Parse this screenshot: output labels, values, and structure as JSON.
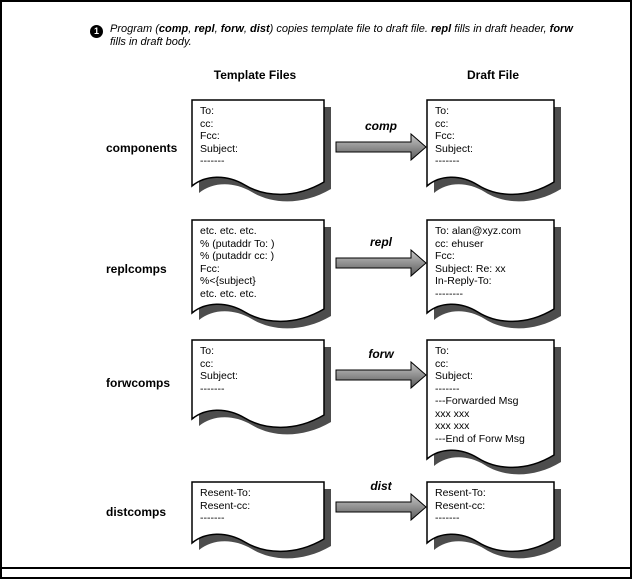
{
  "note": {
    "bullet": "1",
    "parts": [
      "Program (",
      "comp",
      ", ",
      "repl",
      ", ",
      "forw",
      ", ",
      "dist",
      ") copies template file to draft file. ",
      "repl",
      " fills in draft header, ",
      "forw",
      " fills in draft body."
    ]
  },
  "headers": {
    "template_files": "Template Files",
    "draft_file": "Draft File"
  },
  "rows": [
    {
      "label": "components",
      "program": "comp",
      "template_lines": [
        "To:",
        "cc:",
        "Fcc:",
        "Subject:",
        "-------"
      ],
      "draft_lines": [
        "To:",
        "cc:",
        "Fcc:",
        "Subject:",
        "-------"
      ]
    },
    {
      "label": "replcomps",
      "program": "repl",
      "template_lines": [
        "etc. etc. etc.",
        "% (putaddr To: )",
        "% (putaddr cc: )",
        "Fcc:",
        "%<{subject}",
        "etc. etc. etc."
      ],
      "draft_lines": [
        "To: alan@xyz.com",
        "cc: ehuser",
        "Fcc:",
        "Subject: Re: xx",
        "In-Reply-To:",
        "--------"
      ]
    },
    {
      "label": "forwcomps",
      "program": "forw",
      "template_lines": [
        "To:",
        "cc:",
        "Subject:",
        "-------"
      ],
      "draft_lines": [
        "To:",
        "cc:",
        "Subject:",
        "-------",
        "---Forwarded Msg",
        "xxx xxx",
        "xxx xxx",
        "---End of Forw Msg"
      ]
    },
    {
      "label": "distcomps",
      "program": "dist",
      "template_lines": [
        "Resent-To:",
        "Resent-cc:",
        "-------"
      ],
      "draft_lines": [
        "Resent-To:",
        "Resent-cc:",
        "-------"
      ]
    }
  ],
  "colors": {
    "paper": "#ffffff",
    "outline": "#000000",
    "shadow": "#4d4d4d",
    "arrow_light": "#c8c8c8",
    "arrow_dark": "#5a5a5a"
  }
}
